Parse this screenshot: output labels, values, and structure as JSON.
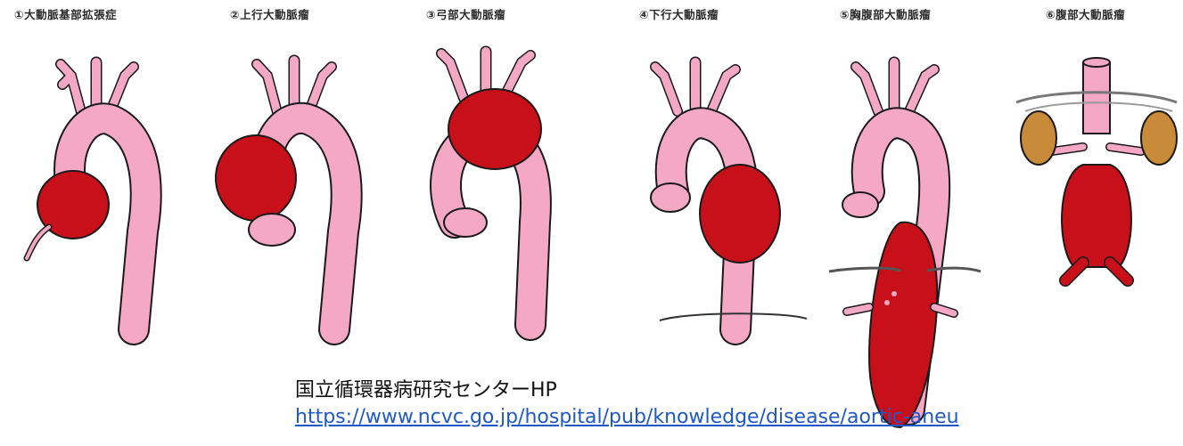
{
  "panels": [
    {
      "label": "①大動脈基部拡張症"
    },
    {
      "label": "②上行大動脈瘤"
    },
    {
      "label": "③弓部大動脈瘤"
    },
    {
      "label": "④下行大動脈瘤"
    },
    {
      "label": "⑤胸腹部大動脈瘤"
    },
    {
      "label": "⑥腹部大動脈瘤"
    }
  ],
  "credit": {
    "source": "国立循環器病研究センターHP",
    "url": "https://www.ncvc.go.jp/hospital/pub/knowledge/disease/aortic-aneu"
  },
  "colors": {
    "vessel": "#f4a8c4",
    "aneurysm": "#c8101a",
    "outline": "#1a1a1a",
    "kidney": "#c98a3a",
    "link": "#1f58c8"
  }
}
